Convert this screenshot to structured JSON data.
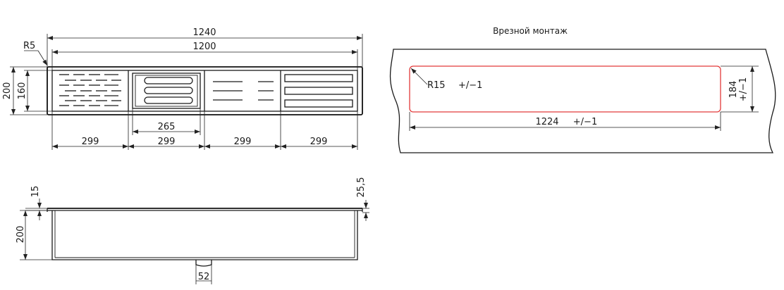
{
  "title": "Врезной монтаж",
  "top_view": {
    "overall_width": "1240",
    "inner_width": "1200",
    "corner_radius": "R5",
    "overall_height": "200",
    "inner_height": "160",
    "insert_width": "265",
    "sections": [
      "299",
      "299",
      "299",
      "299"
    ]
  },
  "cutout": {
    "radius": "R15",
    "radius_tolerance": "+/−1",
    "width": "1224",
    "width_tolerance": "+/−1",
    "height": "184",
    "height_tolerance": "+/−1",
    "outline_color": "#e23a3a"
  },
  "side_view": {
    "flange": "15",
    "rim": "25,5",
    "depth": "200",
    "drain": "52"
  }
}
